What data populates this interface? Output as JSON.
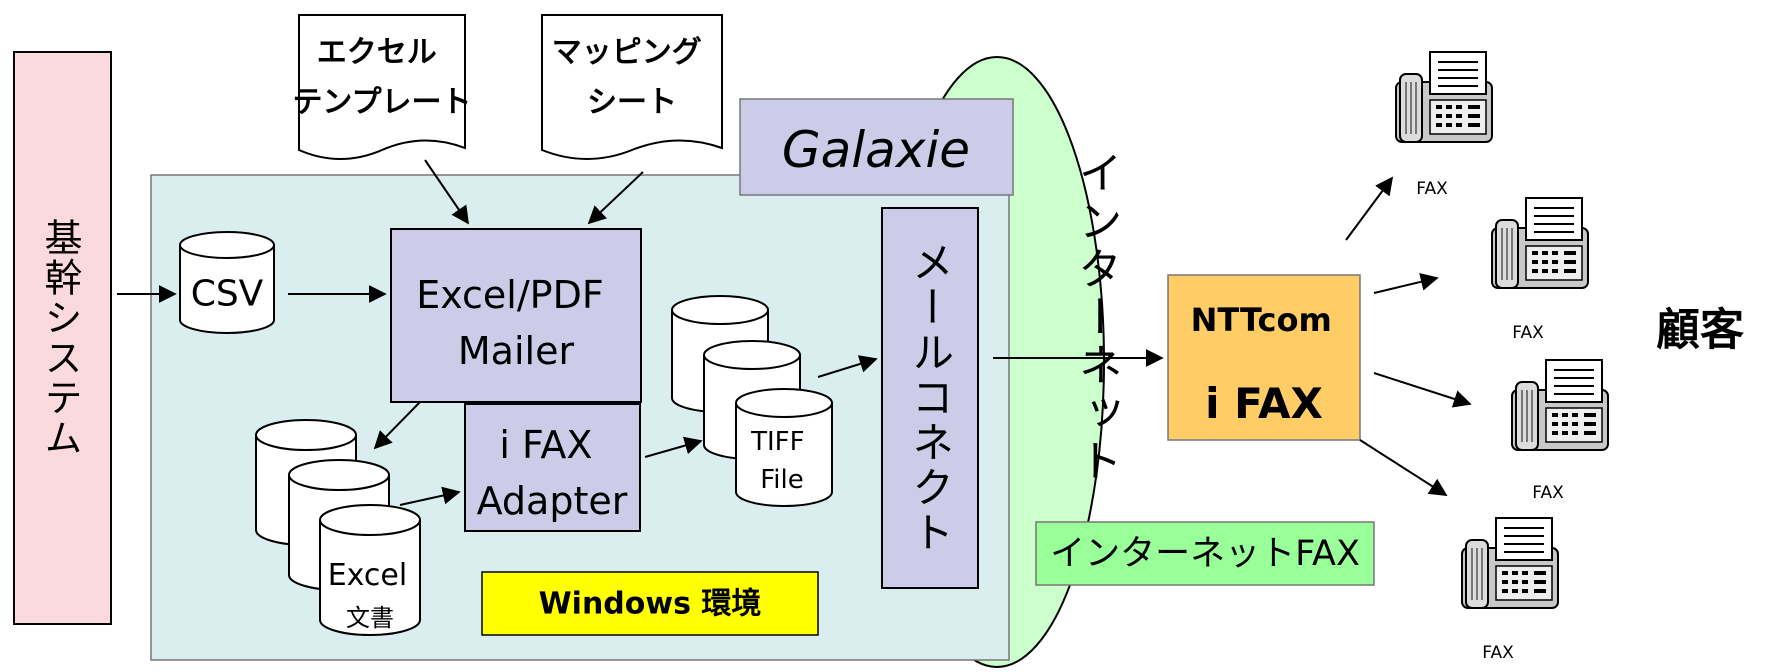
{
  "source": {
    "label": "基幹システム",
    "fill": "#fadadd"
  },
  "inputs": {
    "template_doc": [
      "エクセル",
      "テンプレート"
    ],
    "mapping_doc": [
      "マッピング",
      "シート"
    ]
  },
  "environment": {
    "fill": "#daeef0",
    "label": "Windows 環境",
    "label_fill": "#ffff00"
  },
  "galaxie": {
    "label": "Galaxie",
    "fill": "#cccce8"
  },
  "csv": {
    "label": "CSV"
  },
  "mailer": {
    "line1": "Excel/PDF",
    "line2": "Mailer",
    "fill": "#cccce8"
  },
  "adapter": {
    "line1": "i FAX",
    "line2": "Adapter",
    "fill": "#cccce8"
  },
  "excel_db": {
    "line1": "Excel",
    "line2": "文書"
  },
  "tiff_db": {
    "line1": "TIFF",
    "line2": "File"
  },
  "mail_connect": {
    "label": "メールコネクト",
    "fill": "#cccce8"
  },
  "internet": {
    "label": "インターネット",
    "fill": "#ccffcc"
  },
  "internet_fax": {
    "label": "インターネットFAX",
    "fill": "#99ff99"
  },
  "ifax": {
    "line1": "NTTcom",
    "line2": "i FAX",
    "fill": "#ffcc66"
  },
  "fax_machines": [
    {
      "label": "FAX"
    },
    {
      "label": "FAX"
    },
    {
      "label": "FAX"
    },
    {
      "label": "FAX"
    }
  ],
  "customer": {
    "label": "顧客"
  }
}
